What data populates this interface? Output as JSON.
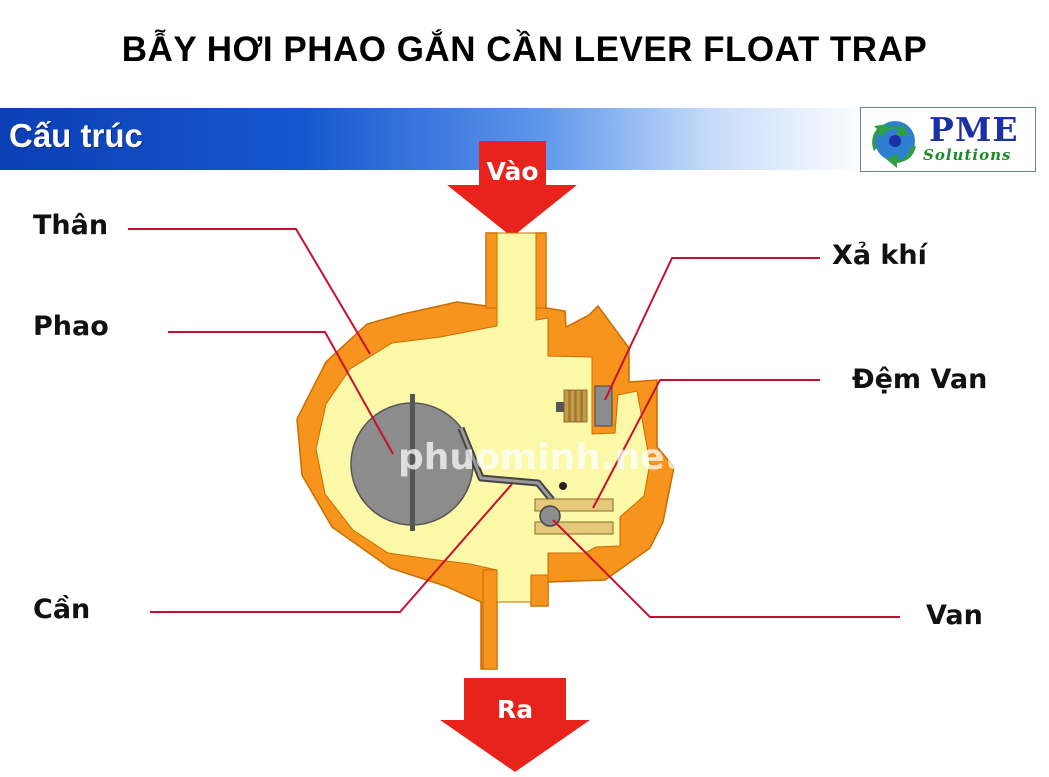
{
  "title": "BẪY HƠI PHAO GẮN CẦN LEVER FLOAT TRAP",
  "section_title": "Cấu trúc",
  "logo": {
    "brand": "PME",
    "tagline": "Solutions"
  },
  "arrows": {
    "inlet": "Vào",
    "outlet": "Ra"
  },
  "labels": {
    "body": "Thân",
    "float": "Phao",
    "lever": "Cần",
    "air_vent": "Xả khí",
    "valve_seat": "Đệm Van",
    "valve": "Van"
  },
  "watermark": "phuominh.net",
  "colors": {
    "shell": "#f7941d",
    "shell_stroke": "#c96d00",
    "interior": "#fbf8a8",
    "float": "#8c8c8c",
    "leader_line": "#c8102e",
    "arrow": "#e8231b"
  }
}
